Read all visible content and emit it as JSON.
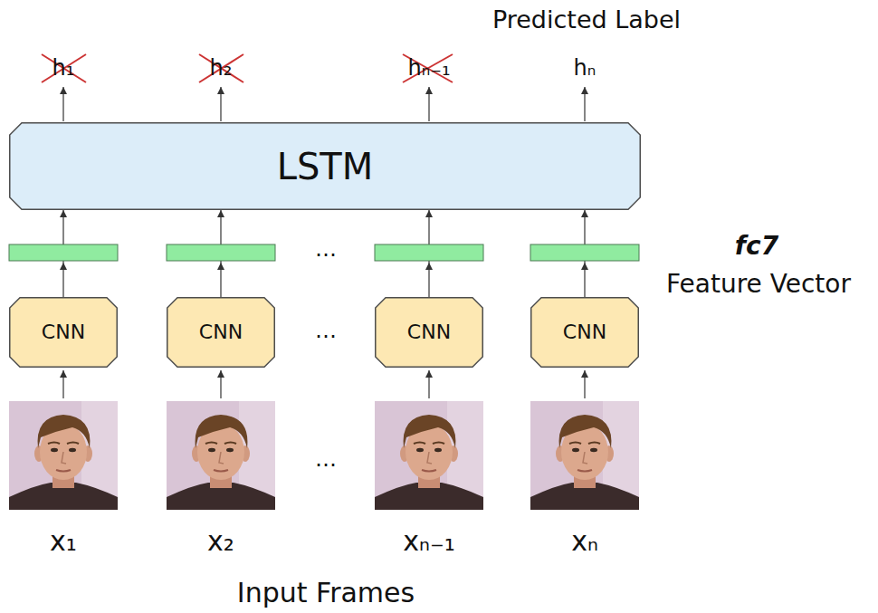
{
  "diagram": {
    "nodes": [
      {
        "text": [
          "LSTM"
        ]
      },
      {
        "text": [
          "CNN"
        ]
      },
      {
        "text": [
          "CNN"
        ]
      },
      {
        "text": [
          "CNN"
        ]
      },
      {
        "text": [
          "CNN"
        ]
      }
    ],
    "edges": [
      {
        "from": 1,
        "to": 0,
        "arrow": "to"
      },
      {
        "from": 2,
        "to": 0,
        "arrow": "to"
      },
      {
        "from": 3,
        "to": 0,
        "arrow": "to"
      },
      {
        "from": 4,
        "to": 0,
        "arrow": "to"
      }
    ],
    "labels": [
      "Predicted Label",
      "h₁",
      "h₂",
      "hₙ₋₁",
      "hₙ",
      "…",
      "fc7",
      "Feature Vector",
      "…",
      "…",
      "x₁",
      "x₂",
      "xₙ₋₁",
      "xₙ",
      "Input Frames"
    ]
  }
}
